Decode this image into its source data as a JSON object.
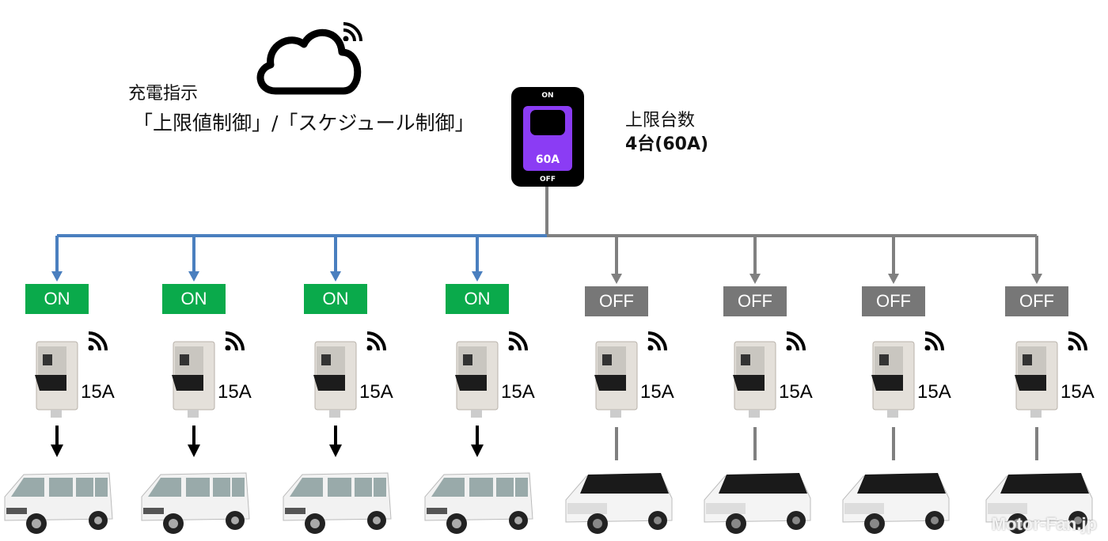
{
  "diagram": {
    "instruction": {
      "line1": "充電指示",
      "line2": "「上限値制御」/「スケジュール制御」"
    },
    "cloud": {
      "icon": "cloud-icon",
      "signal_icon": "wifi-icon"
    },
    "main_breaker": {
      "on_label": "ON",
      "off_label": "OFF",
      "rating": "60A",
      "color": "#8b3cf4"
    },
    "limit": {
      "title": "上限台数",
      "value": "4台(60A)"
    },
    "colors": {
      "active_line": "#4a7fbf",
      "inactive_line": "#808080",
      "on_badge": "#0aaa4b",
      "off_badge": "#777777"
    },
    "units": [
      {
        "status": "ON",
        "rating": "15A",
        "vehicle": "van"
      },
      {
        "status": "ON",
        "rating": "15A",
        "vehicle": "van"
      },
      {
        "status": "ON",
        "rating": "15A",
        "vehicle": "van"
      },
      {
        "status": "ON",
        "rating": "15A",
        "vehicle": "van"
      },
      {
        "status": "OFF",
        "rating": "15A",
        "vehicle": "kei-ev"
      },
      {
        "status": "OFF",
        "rating": "15A",
        "vehicle": "kei-ev"
      },
      {
        "status": "OFF",
        "rating": "15A",
        "vehicle": "kei-ev"
      },
      {
        "status": "OFF",
        "rating": "15A",
        "vehicle": "kei-ev"
      }
    ],
    "watermark": "Motor-Fan.jp"
  }
}
